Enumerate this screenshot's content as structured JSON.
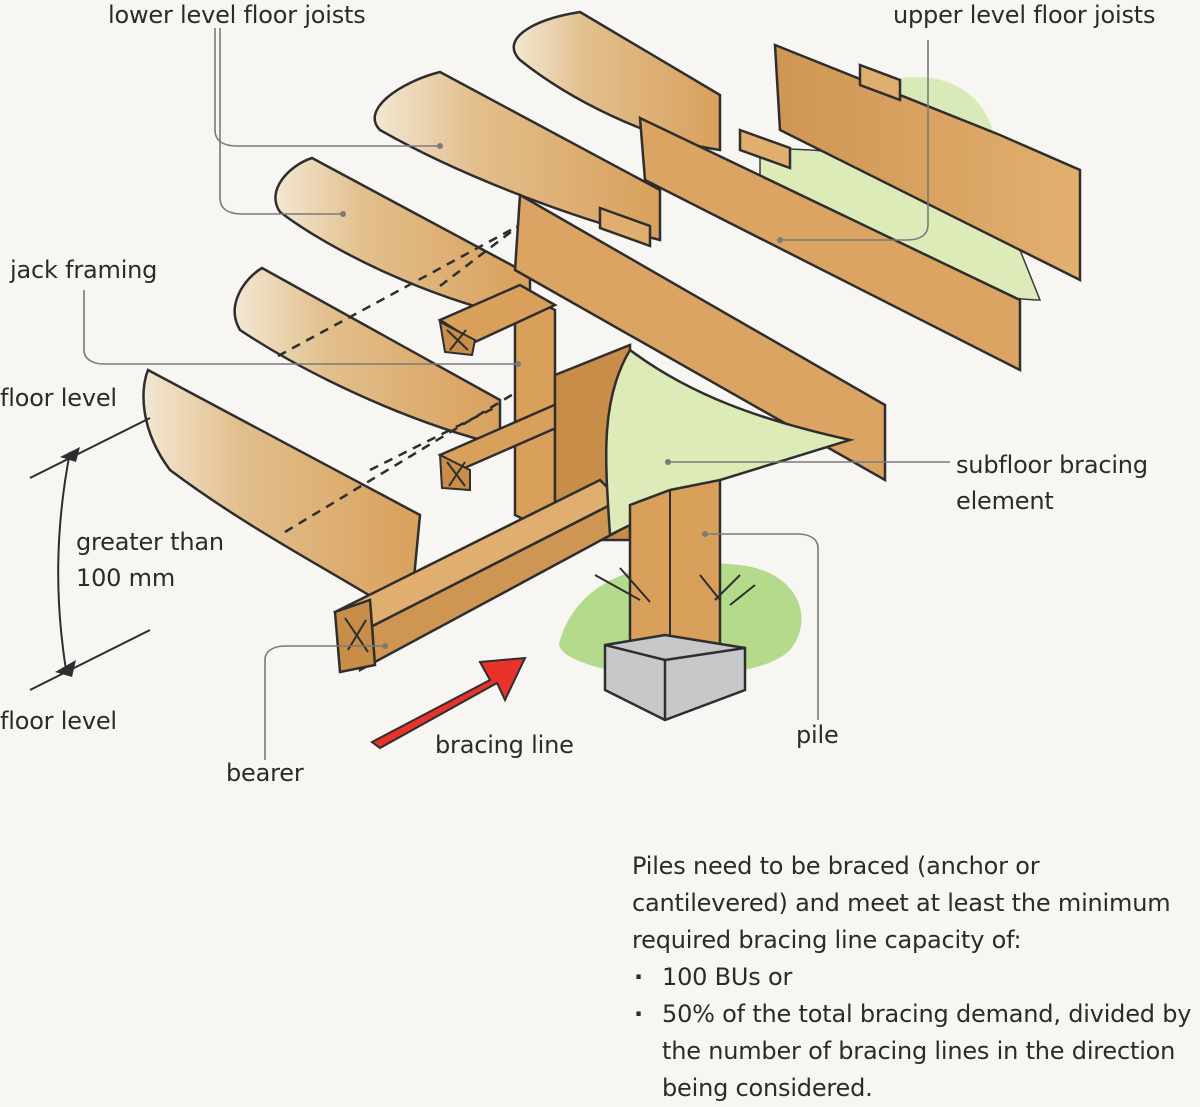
{
  "labels": {
    "lower_joists": "lower level floor joists",
    "upper_joists": "upper level floor joists",
    "jack_framing": "jack framing",
    "floor_level_top": "floor level",
    "floor_level_bottom": "floor level",
    "height_line1": "greater than",
    "height_line2": "100 mm",
    "bearer": "bearer",
    "bracing_line": "bracing line",
    "pile": "pile",
    "subfloor_line1": "subfloor bracing",
    "subfloor_line2": "element"
  },
  "note": {
    "intro": "Piles need to be braced (anchor or cantilevered) and meet at least the minimum required bracing line capacity of:",
    "items": [
      "100 BUs or",
      "50% of the total bracing demand, divided by the number of bracing lines in the direction being considered."
    ]
  },
  "colors": {
    "timber": "#d9a05c",
    "timber_dark": "#b9803f",
    "bracing_panel": "#dcebb7",
    "ground": "#a8d67a",
    "concrete": "#c7c8ca",
    "arrow": "#e8322b",
    "leader": "#7a7a7a"
  },
  "icons": [
    "bracing-arrow-icon",
    "dimension-tick-icon"
  ]
}
